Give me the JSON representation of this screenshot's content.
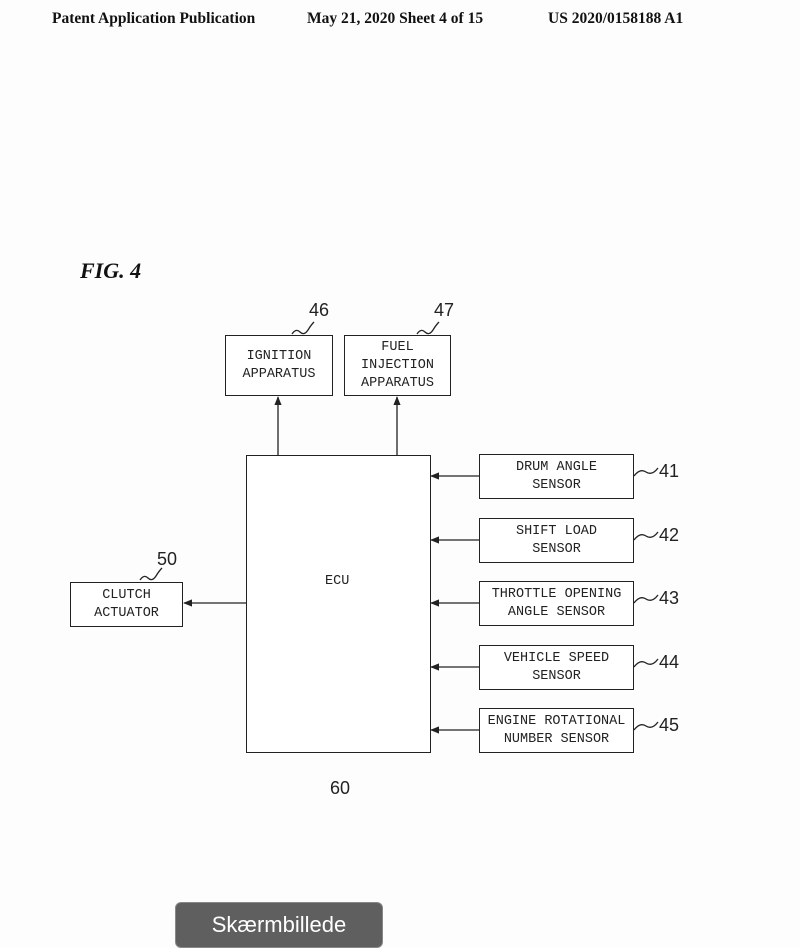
{
  "header": {
    "publication": "Patent Application Publication",
    "date_sheet": "May 21, 2020  Sheet 4 of 15",
    "number": "US 2020/0158188 A1"
  },
  "figure_label": "FIG. 4",
  "ecu": {
    "label": "ECU",
    "ref": "60"
  },
  "outputs": [
    {
      "label": "IGNITION\nAPPARATUS",
      "ref": "46"
    },
    {
      "label": "FUEL\nINJECTION\nAPPARATUS",
      "ref": "47"
    }
  ],
  "clutch": {
    "label": "CLUTCH\nACTUATOR",
    "ref": "50"
  },
  "sensors": [
    {
      "label": "DRUM ANGLE\nSENSOR",
      "ref": "41"
    },
    {
      "label": "SHIFT LOAD\nSENSOR",
      "ref": "42"
    },
    {
      "label": "THROTTLE OPENING\nANGLE SENSOR",
      "ref": "43"
    },
    {
      "label": "VEHICLE SPEED\nSENSOR",
      "ref": "44"
    },
    {
      "label": "ENGINE ROTATIONAL\nNUMBER SENSOR",
      "ref": "45"
    }
  ],
  "screenshot_badge": "Skærmbillede"
}
